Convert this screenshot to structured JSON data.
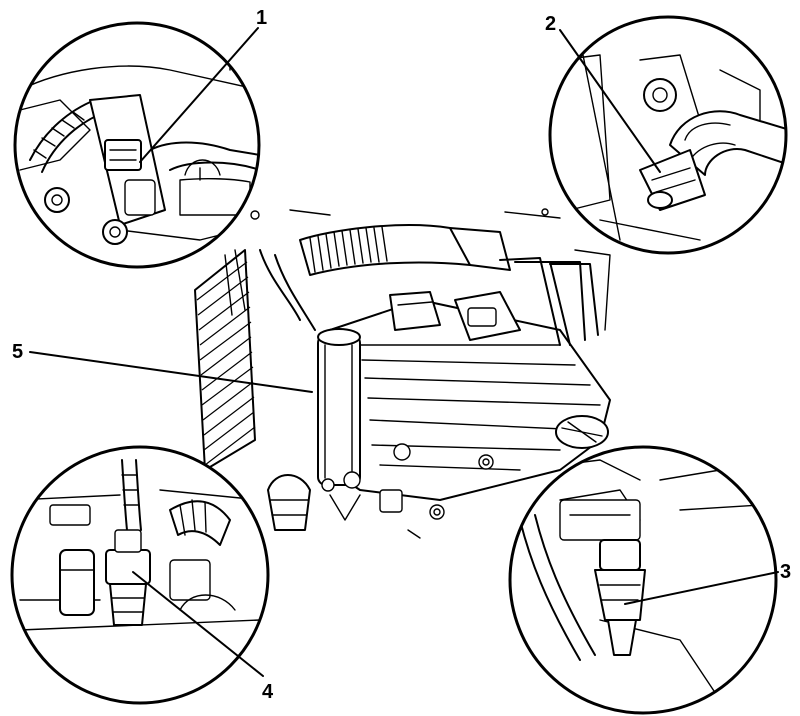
{
  "callouts": [
    {
      "id": "1",
      "label": "1"
    },
    {
      "id": "2",
      "label": "2"
    },
    {
      "id": "3",
      "label": "3"
    },
    {
      "id": "4",
      "label": "4"
    },
    {
      "id": "5",
      "label": "5"
    }
  ],
  "detail_views": [
    "detail-view-1",
    "detail-view-2",
    "detail-view-3",
    "detail-view-4"
  ]
}
